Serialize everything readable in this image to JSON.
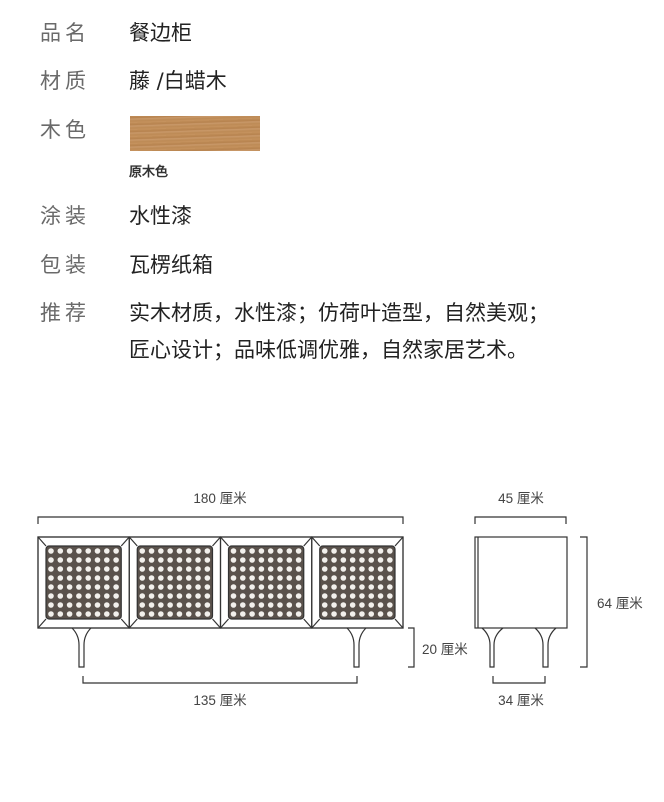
{
  "specs": [
    {
      "label": "品名",
      "value": "餐边柜"
    },
    {
      "label": "材质",
      "value": "藤 /白蜡木"
    },
    {
      "label": "木色",
      "swatch_label": "原木色",
      "swatch_color": "#c08d58"
    },
    {
      "label": "涂装",
      "value": "水性漆"
    },
    {
      "label": "包装",
      "value": "瓦楞纸箱"
    },
    {
      "label": "推荐",
      "lines": [
        "实木材质，水性漆；仿荷叶造型，自然美观；",
        "匠心设计；品味低调优雅，自然家居艺术。"
      ]
    }
  ],
  "dimensions": {
    "width": "180 厘米",
    "leg_span": "135 厘米",
    "leg_height": "20 厘米",
    "depth": "45 厘米",
    "height": "64 厘米",
    "leg_depth_span": "34 厘米"
  }
}
